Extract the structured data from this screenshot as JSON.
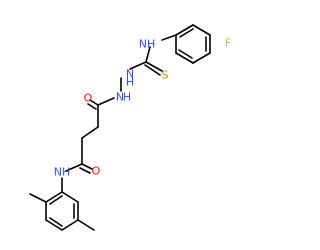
{
  "molecule": {
    "atom_labels": {
      "fluorine": "F",
      "thiourea_nh": "NH",
      "sulfur": "S",
      "hydrazine_nh_1": "N",
      "hydrazine_h_1": "H",
      "hydrazine_nh_2": "N",
      "hydrazine_h_2": "H",
      "upper_carbonyl_oxygen": "O",
      "lower_carbonyl_oxygen": "O",
      "amide_nh": "NH"
    },
    "colors": {
      "bond": "#000000",
      "fluorine": "#90e050",
      "nitrogen": "#3050f8",
      "sulfur": "#c8a000",
      "oxygen": "#ff0d0d"
    }
  }
}
